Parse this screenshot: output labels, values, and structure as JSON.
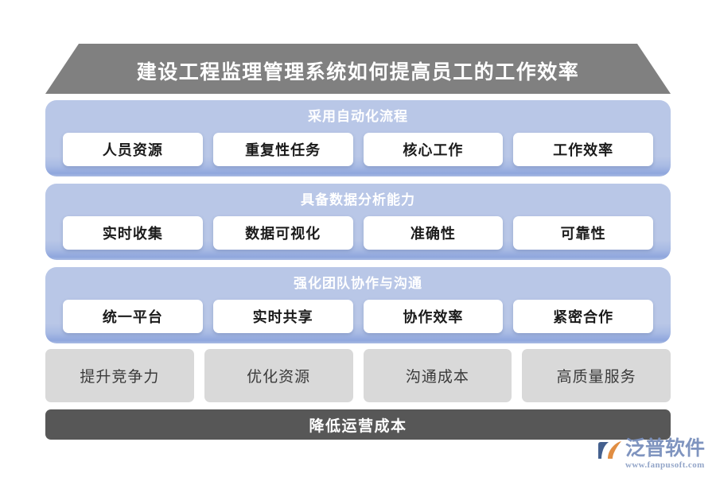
{
  "header": {
    "title": "建设工程监理管理系统如何提高员工的工作效率",
    "bg_color": "#808080",
    "text_color": "#ffffff"
  },
  "sections": [
    {
      "title": "采用自动化流程",
      "band_color": "#b9c7e7",
      "cards": [
        {
          "label": "人员资源"
        },
        {
          "label": "重复性任务"
        },
        {
          "label": "核心工作"
        },
        {
          "label": "工作效率"
        }
      ]
    },
    {
      "title": "具备数据分析能力",
      "band_color": "#b9c7e7",
      "cards": [
        {
          "label": "实时收集"
        },
        {
          "label": "数据可视化"
        },
        {
          "label": "准确性"
        },
        {
          "label": "可靠性"
        }
      ]
    },
    {
      "title": "强化团队协作与沟通",
      "band_color": "#b9c7e7",
      "cards": [
        {
          "label": "统一平台"
        },
        {
          "label": "实时共享"
        },
        {
          "label": "协作效率"
        },
        {
          "label": "紧密合作"
        }
      ]
    }
  ],
  "outcomes": {
    "card_color": "#d9d9d9",
    "items": [
      {
        "label": "提升竞争力"
      },
      {
        "label": "优化资源"
      },
      {
        "label": "沟通成本"
      },
      {
        "label": "高质量服务"
      }
    ]
  },
  "footer": {
    "label": "降低运营成本",
    "bg_color": "#575757",
    "text_color": "#ffffff"
  },
  "logo": {
    "mark": "fanpu-swoosh-icon",
    "name": "泛普软件",
    "url": "www.fanpusoft.com",
    "name_color": "#7a90bd",
    "accent_color": "#e08a3c"
  }
}
